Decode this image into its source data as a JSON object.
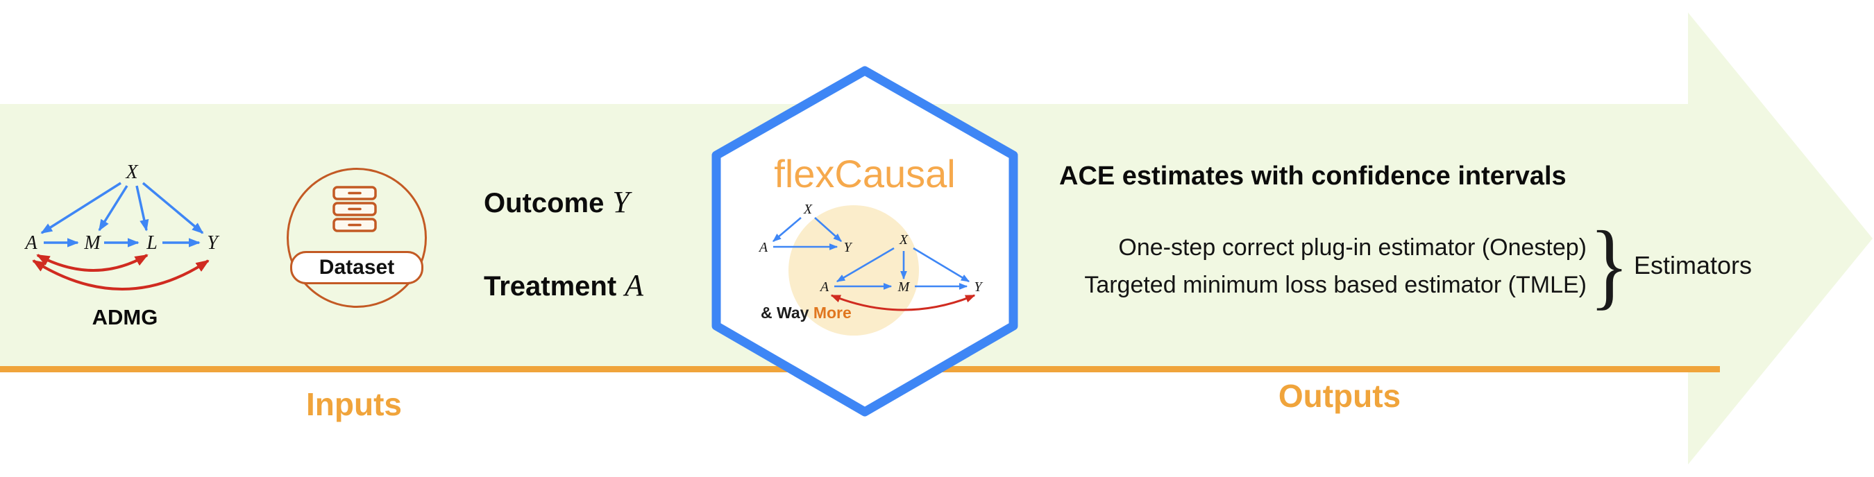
{
  "admg": {
    "caption": "ADMG",
    "node_x": "X",
    "node_a": "A",
    "node_m": "M",
    "node_l": "L",
    "node_y": "Y"
  },
  "dataset": {
    "label": "Dataset"
  },
  "inputs_text": {
    "outcome_label": "Outcome",
    "outcome_var": "Y",
    "treatment_label": "Treatment",
    "treatment_var": "A"
  },
  "hexagon": {
    "title": "flexCausal",
    "more_prefix": "& Way",
    "more_word": "More",
    "graph_ay": {
      "x": "X",
      "a": "A",
      "y": "Y"
    },
    "graph_amy": {
      "x": "X",
      "a": "A",
      "m": "M",
      "y": "Y"
    }
  },
  "outputs": {
    "header": "ACE estimates with confidence intervals",
    "estimator1": "One-step correct plug-in estimator (Onestep)",
    "estimator2": "Targeted minimum loss based estimator (TMLE)",
    "brace": "}",
    "group_label": "Estimators"
  },
  "flow": {
    "inputs_label": "Inputs",
    "outputs_label": "Outputs"
  },
  "colors": {
    "arrow_green": "#F1F8E2",
    "accent_orange": "#F0A43B",
    "brand_orange": "#F6A94C",
    "edge_blue": "#3E86F5",
    "bidirected_red": "#D02B20",
    "dataset_orange": "#C35A24"
  }
}
